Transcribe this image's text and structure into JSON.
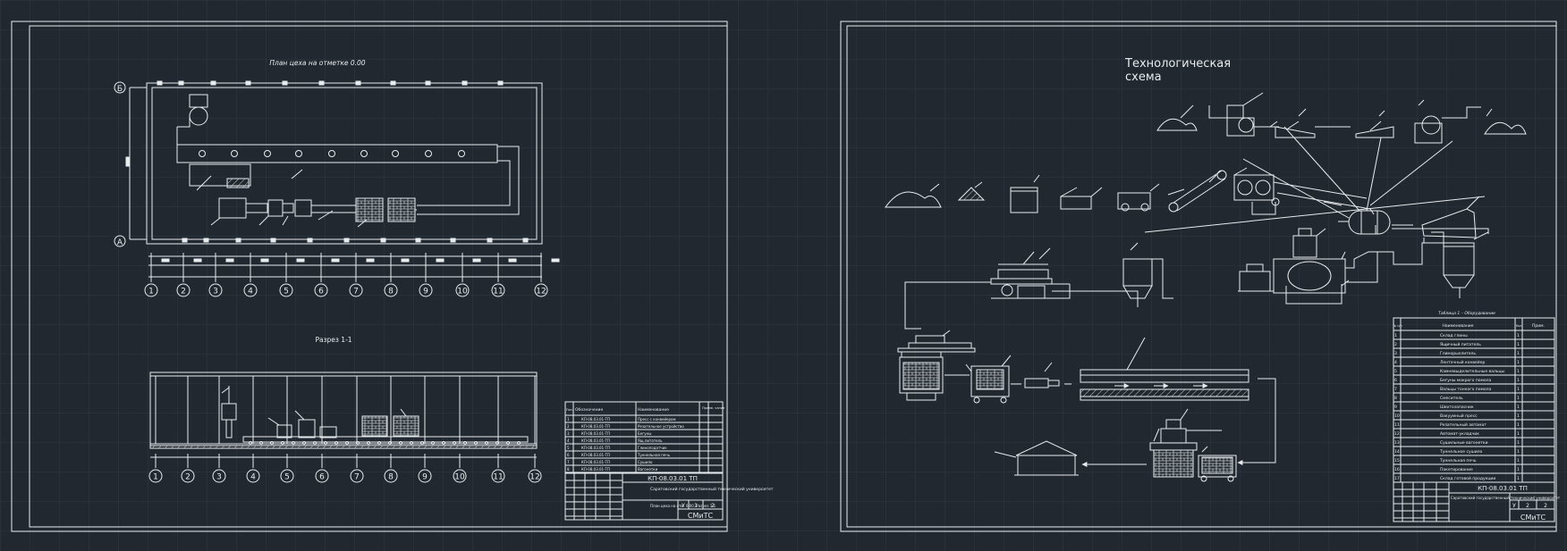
{
  "sheet_left": {
    "plan_title": "План цеха на отметке 0.00",
    "section_title": "Разрез 1-1",
    "axis_letters": [
      "Б",
      "А"
    ],
    "axis_numbers": [
      "1",
      "2",
      "3",
      "4",
      "5",
      "6",
      "7",
      "8",
      "9",
      "10",
      "11",
      "12"
    ],
    "spec_headers": {
      "pos": "Поз.",
      "designation": "Обозначение",
      "name": "Наименование",
      "note": "Приме- чание"
    },
    "spec_rows": [
      {
        "pos": "1",
        "designation": "КП-08.03.01-ТП",
        "name": "Пресс с конвейером"
      },
      {
        "pos": "2",
        "designation": "КП-08.03.01-ТП",
        "name": "Резательное устройство"
      },
      {
        "pos": "3",
        "designation": "КП-08.03.01-ТП",
        "name": "Бегуны"
      },
      {
        "pos": "4",
        "designation": "КП-08.03.01-ТП",
        "name": "Ящ.питатель"
      },
      {
        "pos": "5",
        "designation": "КП-08.03.01-ТП",
        "name": "Глиноподатчик"
      },
      {
        "pos": "6",
        "designation": "КП-08.03.01-ТП",
        "name": "Туннельная печь"
      },
      {
        "pos": "7",
        "designation": "КП-08.03.01-ТП",
        "name": "Сушило"
      },
      {
        "pos": "8",
        "designation": "КП-08.03.01-ТП",
        "name": "Вагонетки"
      }
    ],
    "stamp_code": "КП-08.03.01 ТП",
    "stamp_org": "Саратовский государственный технический университет",
    "stamp_sheet_name": "План цеха на отм. 0.00. Разрез 1-1",
    "stamp_cells": [
      "У",
      "1",
      "2"
    ],
    "stamp_group": "СМиТС"
  },
  "sheet_right": {
    "title_line1": "Технологическая",
    "title_line2": "схема",
    "table_title": "Таблица 1 – Оборудование",
    "table_headers": {
      "pos": "№ п/п",
      "name": "Наименование",
      "qty": "Кол.",
      "note": "Прим."
    },
    "table_rows": [
      {
        "pos": "1",
        "name": "Склад глины",
        "qty": "1"
      },
      {
        "pos": "2",
        "name": "Ящичный питатель",
        "qty": "1"
      },
      {
        "pos": "3",
        "name": "Глинорыхлитель",
        "qty": "1"
      },
      {
        "pos": "4",
        "name": "Ленточный конвейер",
        "qty": "1"
      },
      {
        "pos": "5",
        "name": "Камневыделительные вальцы",
        "qty": "1"
      },
      {
        "pos": "6",
        "name": "Бегуны мокрого помола",
        "qty": "1"
      },
      {
        "pos": "7",
        "name": "Вальцы тонкого помола",
        "qty": "1"
      },
      {
        "pos": "8",
        "name": "Смеситель",
        "qty": "1"
      },
      {
        "pos": "9",
        "name": "Шихтозапасник",
        "qty": "1"
      },
      {
        "pos": "10",
        "name": "Вакуумный пресс",
        "qty": "1"
      },
      {
        "pos": "11",
        "name": "Резательный автомат",
        "qty": "1"
      },
      {
        "pos": "12",
        "name": "Автомат-укладчик",
        "qty": "1"
      },
      {
        "pos": "13",
        "name": "Сушильные вагонетки",
        "qty": "1"
      },
      {
        "pos": "14",
        "name": "Туннельное сушило",
        "qty": "1"
      },
      {
        "pos": "15",
        "name": "Туннельная печь",
        "qty": "1"
      },
      {
        "pos": "16",
        "name": "Пакетирование",
        "qty": "1"
      },
      {
        "pos": "17",
        "name": "Склад готовой продукции",
        "qty": "1"
      }
    ],
    "stamp_code": "КП-08.03.01 ТП",
    "stamp_org": "Саратовский государственный технический университет",
    "stamp_cells": [
      "У",
      "2",
      "2"
    ],
    "stamp_group": "СМиТС"
  }
}
